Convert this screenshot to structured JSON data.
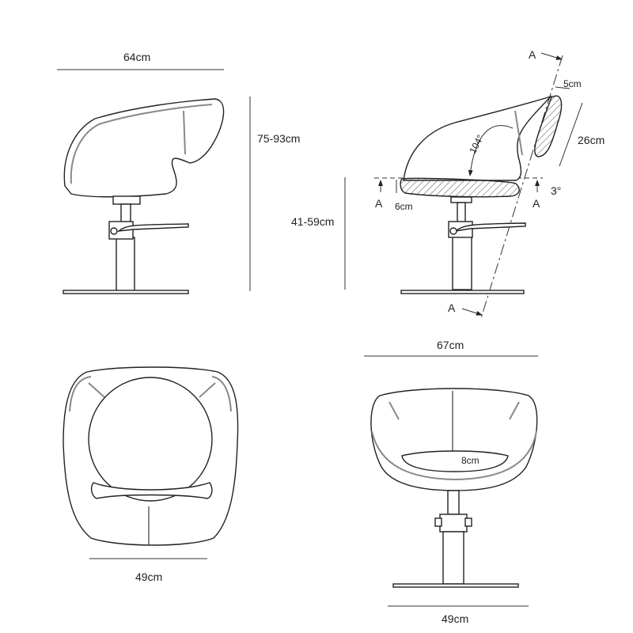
{
  "dimensions": {
    "side_width": "64cm",
    "side_height": "75-93cm",
    "seat_height": "41-59cm",
    "headrest_thickness": "5cm",
    "headrest_height": "26cm",
    "back_angle": "104°",
    "seat_tilt": "3°",
    "seat_thickness": "6cm",
    "front_width": "67cm",
    "seat_depth_front": "8cm",
    "top_width": "49cm",
    "base_width": "49cm"
  },
  "section_labels": [
    "A",
    "A",
    "A",
    "A"
  ]
}
